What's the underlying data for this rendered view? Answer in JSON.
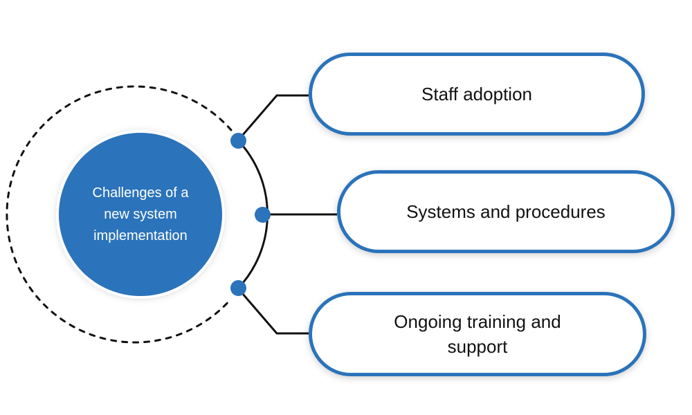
{
  "diagram": {
    "center": {
      "label": "Challenges of a\nnew system\nimplementation"
    },
    "items": [
      {
        "label": "Staff adoption"
      },
      {
        "label": "Systems and procedures"
      },
      {
        "label": "Ongoing training and\nsupport"
      }
    ]
  },
  "colors": {
    "accent": "#2b73ba",
    "connector": "#111111",
    "background": "#ffffff"
  }
}
